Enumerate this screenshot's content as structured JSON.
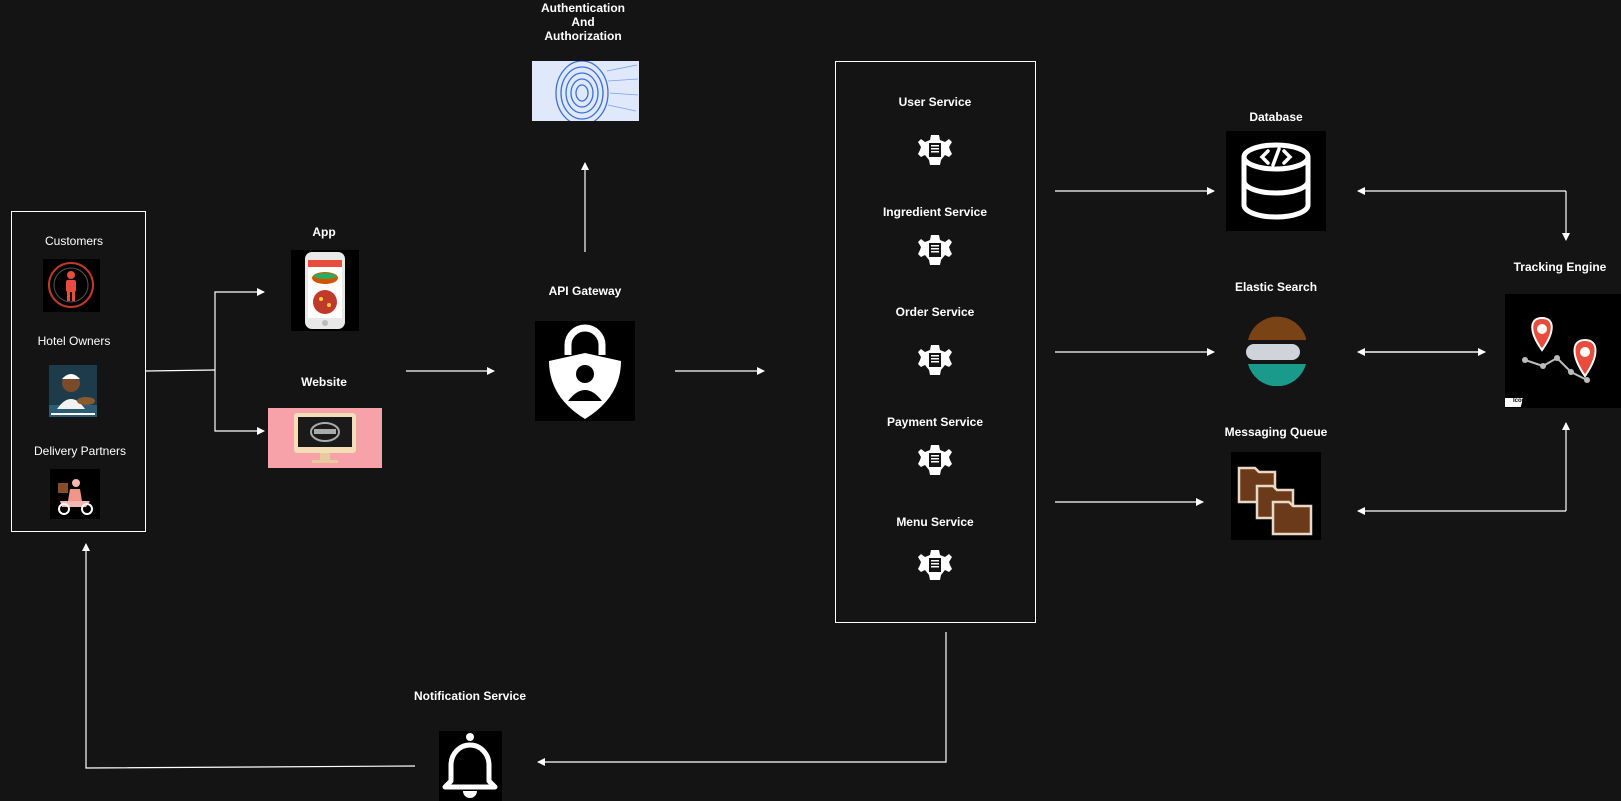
{
  "actors": {
    "customers": "Customers",
    "hotel_owners": "Hotel Owners",
    "delivery_partners": "Delivery Partners"
  },
  "clients": {
    "app": "App",
    "website": "Website"
  },
  "auth": {
    "title": "Authentication\nAnd\nAuthorization"
  },
  "gateway": {
    "title": "API Gateway"
  },
  "services": [
    {
      "label": "User Service"
    },
    {
      "label": "Ingredient Service"
    },
    {
      "label": "Order Service"
    },
    {
      "label": "Payment Service"
    },
    {
      "label": "Menu Service"
    }
  ],
  "stores": {
    "database": "Database",
    "elastic": "Elastic Search",
    "queue": "Messaging Queue",
    "tracking": "Tracking Engine"
  },
  "notification": {
    "title": "Notification Service"
  },
  "tracking_badge": "Icon Vector"
}
